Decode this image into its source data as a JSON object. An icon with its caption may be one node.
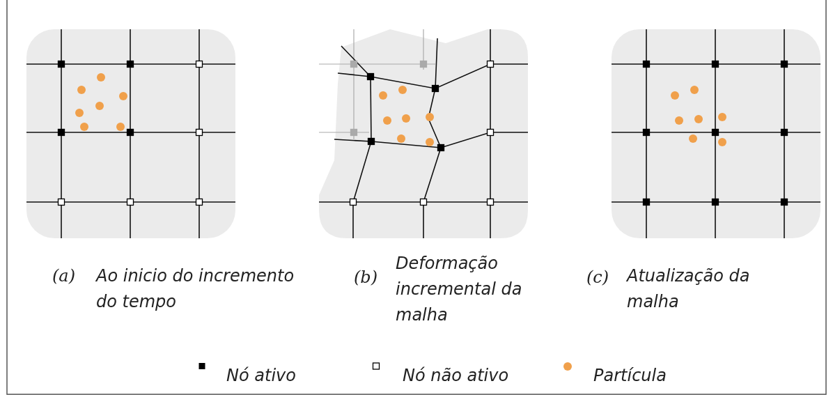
{
  "diagram": {
    "labels": [
      "(a)",
      "Ao inicio do incremento do tempo",
      "(b)",
      "Deformação incremental da malha",
      "(c)",
      "Atualização da malha"
    ],
    "legend": [
      {
        "text": "Nó ativo",
        "color": "#000000"
      },
      {
        "text": "Nó não ativo"
      },
      {
        "text": "Partícula",
        "color": "#f0a04b"
      }
    ]
  }
}
